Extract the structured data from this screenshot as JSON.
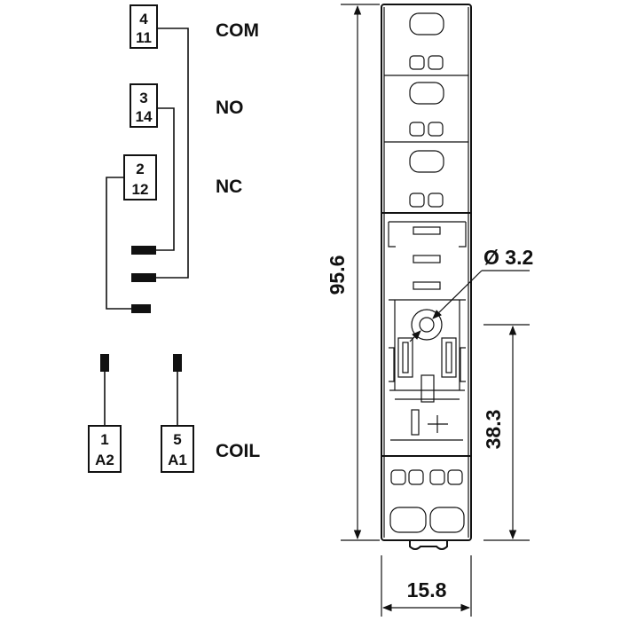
{
  "terminals": {
    "com": {
      "top": "4",
      "bottom": "11",
      "label": "COM"
    },
    "no": {
      "top": "3",
      "bottom": "14",
      "label": "NO"
    },
    "nc": {
      "top": "2",
      "bottom": "12",
      "label": "NC"
    },
    "coil_a2": {
      "top": "1",
      "bottom": "A2"
    },
    "coil_a1": {
      "top": "5",
      "bottom": "A1"
    },
    "coil_label": "COIL"
  },
  "dimensions": {
    "height": "95.6",
    "width": "15.8",
    "hole": "Ø 3.2",
    "lower_height": "38.3"
  }
}
